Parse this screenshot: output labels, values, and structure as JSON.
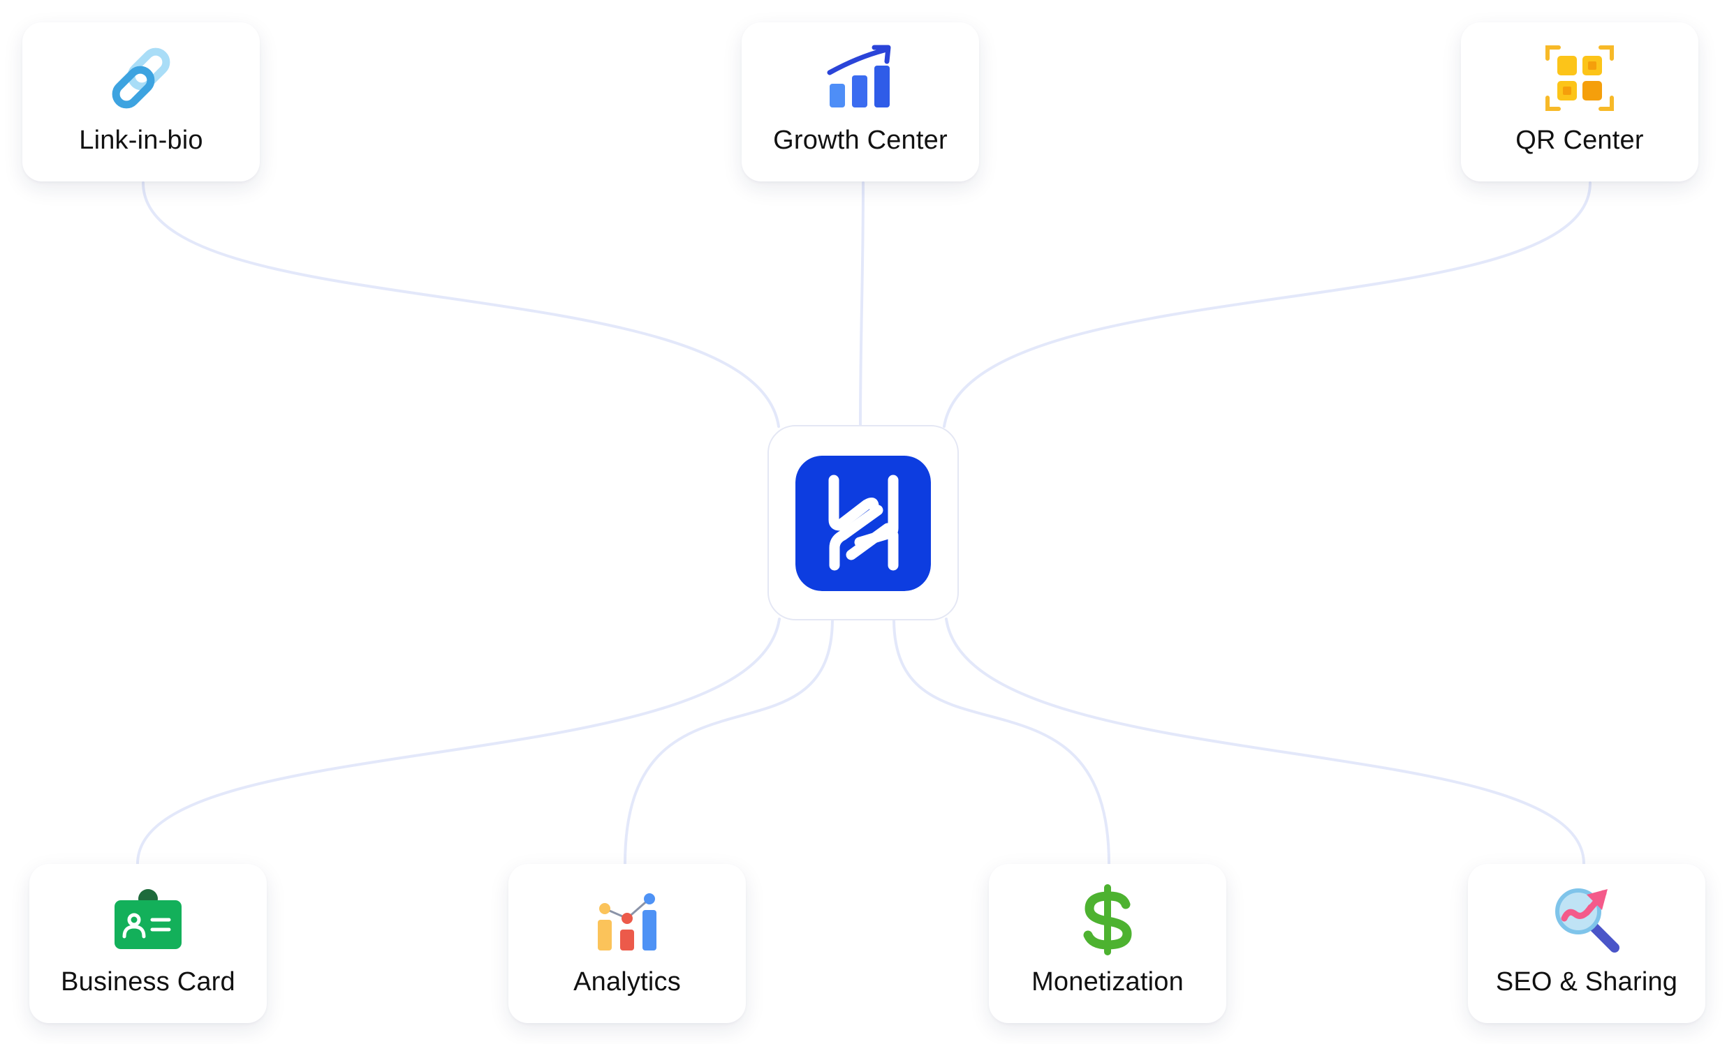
{
  "hub": {
    "logo_icon": "brand-h-logo-icon",
    "logo_color": "#0D3DE0"
  },
  "nodes": [
    {
      "id": "link-in-bio",
      "label": "Link-in-bio",
      "icon": "chain-link-icon"
    },
    {
      "id": "growth-center",
      "label": "Growth Center",
      "icon": "growth-bar-chart-icon"
    },
    {
      "id": "qr-center",
      "label": "QR Center",
      "icon": "qr-code-icon"
    },
    {
      "id": "business-card",
      "label": "Business Card",
      "icon": "id-badge-icon"
    },
    {
      "id": "analytics",
      "label": "Analytics",
      "icon": "analytics-chart-icon"
    },
    {
      "id": "monetization",
      "label": "Monetization",
      "icon": "dollar-sign-icon"
    },
    {
      "id": "seo-sharing",
      "label": "SEO & Sharing",
      "icon": "seo-magnifier-icon"
    }
  ],
  "colors": {
    "connector": "#E3E8FA",
    "hub_border": "#E4E7F4",
    "text": "#111111"
  }
}
